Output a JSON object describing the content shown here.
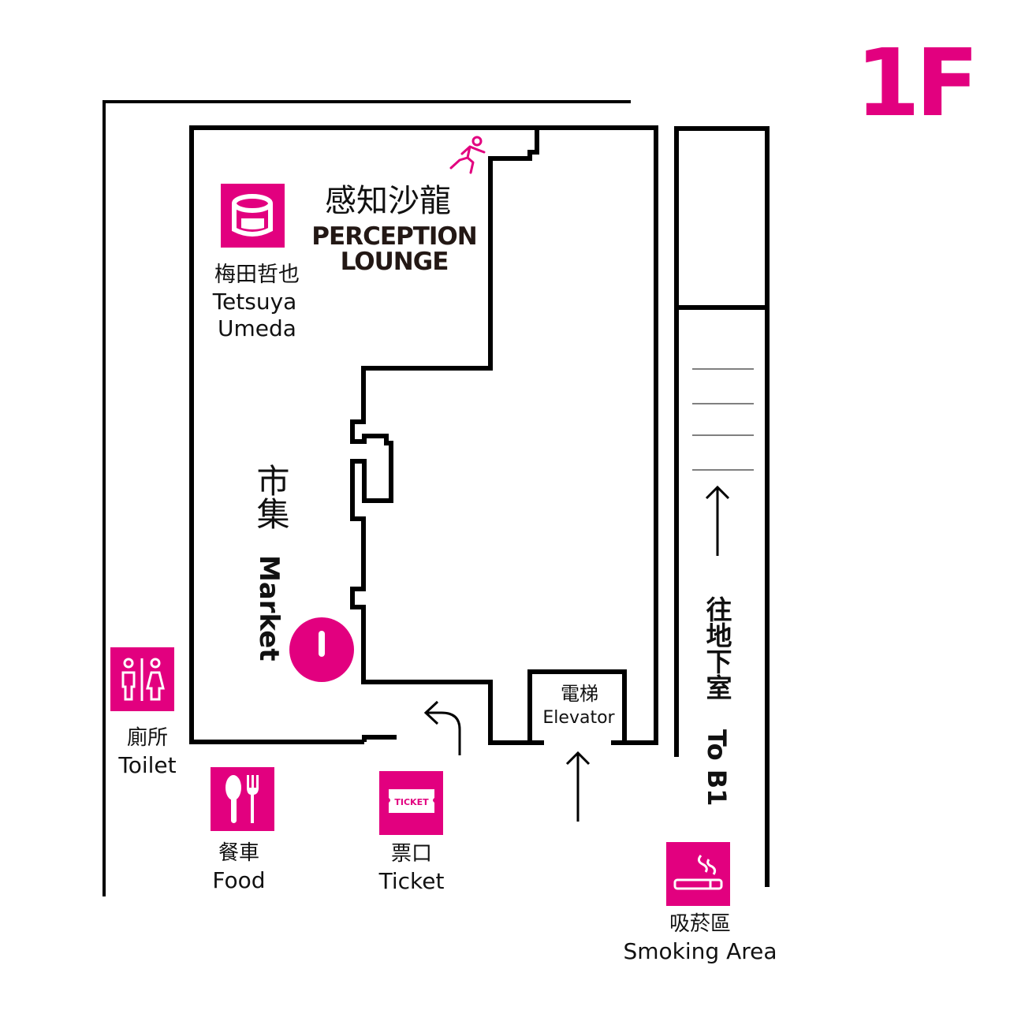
{
  "floor_label": "1F",
  "colors": {
    "accent": "#e2007f",
    "wall": "#000000"
  },
  "areas": {
    "perception_lounge": {
      "zh": "感知沙龍",
      "en_line1": "PERCEPTION",
      "en_line2": "LOUNGE"
    },
    "tetsuya_umeda": {
      "zh": "梅田哲也",
      "en_line1": "Tetsuya",
      "en_line2": "Umeda",
      "icon": "cylinder-icon"
    },
    "market": {
      "zh": "市集",
      "en": "Market"
    },
    "elevator": {
      "zh": "電梯",
      "en": "Elevator"
    },
    "to_b1": {
      "zh": "往地下室",
      "en": "To B1"
    }
  },
  "facilities": [
    {
      "id": "toilet",
      "zh": "廁所",
      "en": "Toilet",
      "icon": "toilet-icon"
    },
    {
      "id": "food",
      "zh": "餐車",
      "en": "Food",
      "icon": "fork-spoon-icon"
    },
    {
      "id": "ticket",
      "zh": "票口",
      "en": "Ticket",
      "icon": "ticket-icon",
      "icon_text": "TICKET"
    },
    {
      "id": "smoking",
      "zh": "吸菸區",
      "en": "Smoking Area",
      "icon": "smoking-icon"
    }
  ],
  "markers": {
    "info": "i",
    "emergency_exit": "running-man-icon"
  }
}
